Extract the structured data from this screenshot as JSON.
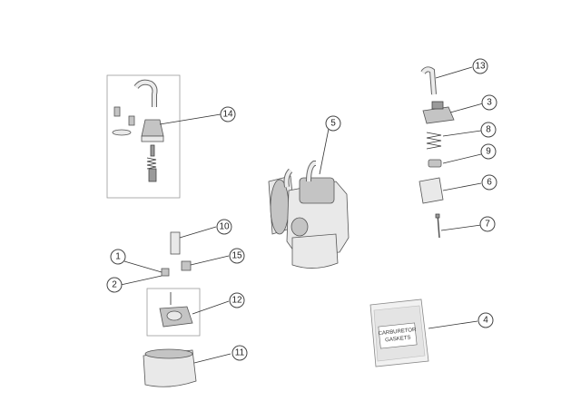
{
  "callouts": [
    {
      "id": "1",
      "label": "1"
    },
    {
      "id": "2",
      "label": "2"
    },
    {
      "id": "3",
      "label": "3"
    },
    {
      "id": "4",
      "label": "4"
    },
    {
      "id": "5",
      "label": "5"
    },
    {
      "id": "6",
      "label": "6"
    },
    {
      "id": "7",
      "label": "7"
    },
    {
      "id": "8",
      "label": "8"
    },
    {
      "id": "9",
      "label": "9"
    },
    {
      "id": "10",
      "label": "10"
    },
    {
      "id": "11",
      "label": "11"
    },
    {
      "id": "12",
      "label": "12"
    },
    {
      "id": "13",
      "label": "13"
    },
    {
      "id": "14",
      "label": "14"
    },
    {
      "id": "15",
      "label": "15"
    }
  ],
  "gasket_bag": {
    "line1": "CARBURETOR",
    "line2": "GASKETS"
  }
}
